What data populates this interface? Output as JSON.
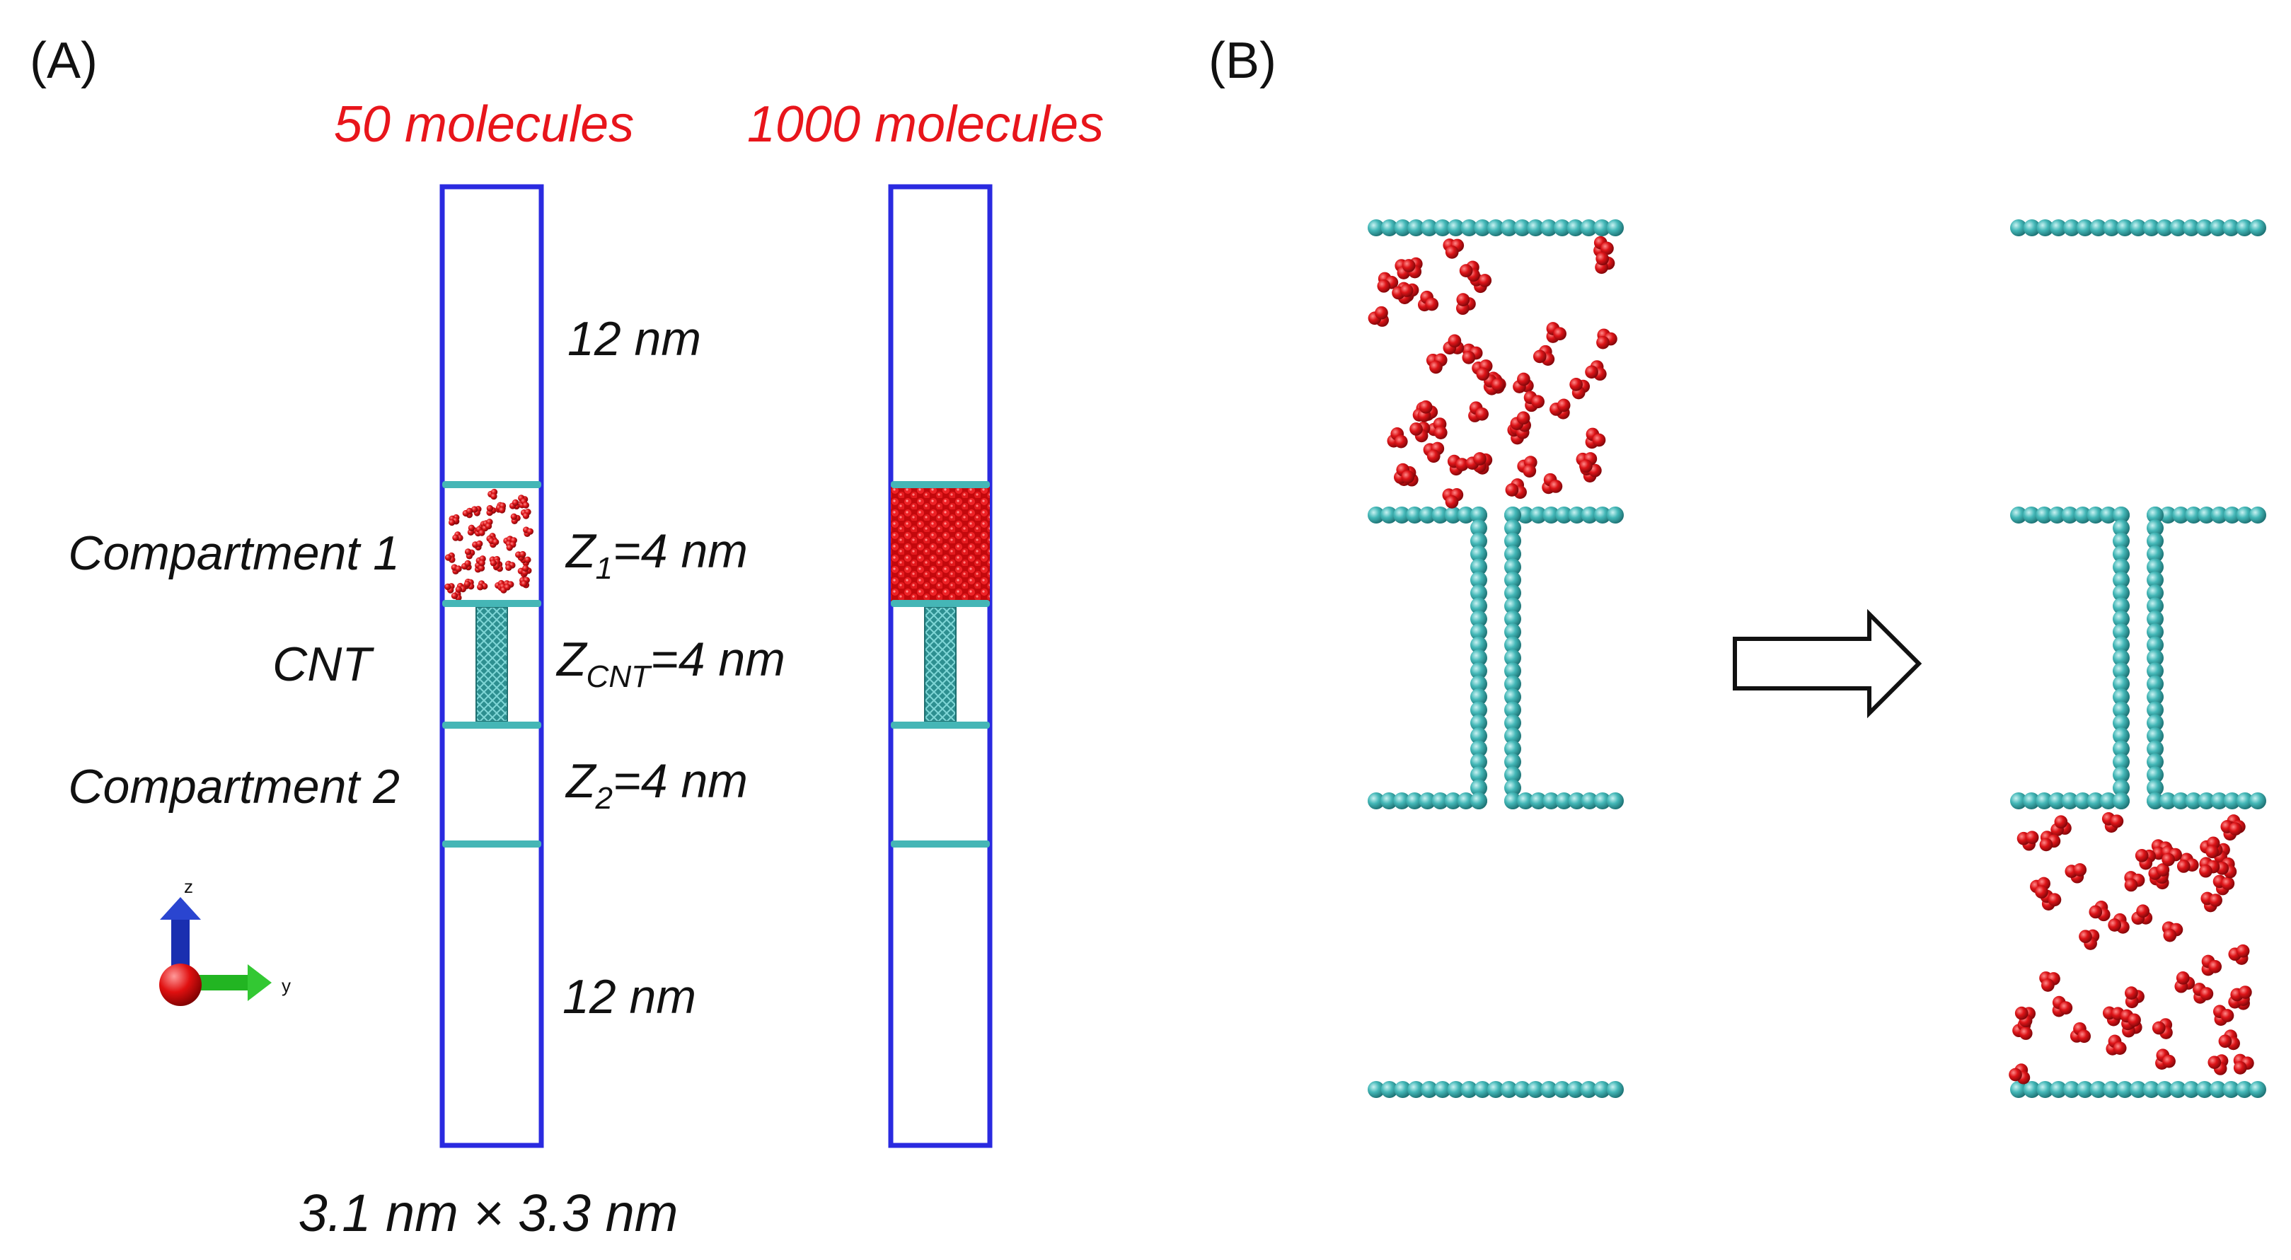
{
  "panel_a": {
    "label": "(A)",
    "box_50_title": "50 molecules",
    "box_1000_title": "1000 molecules",
    "top_reservoir": "12 nm",
    "bottom_reservoir": "12 nm",
    "compartment1": "Compartment 1",
    "cnt": "CNT",
    "compartment2": "Compartment 2",
    "z1": {
      "main": "Z",
      "sub": "1",
      "rest": "=4 nm"
    },
    "zcnt": {
      "main": "Z",
      "sub": "CNT",
      "rest": "=4 nm"
    },
    "z2": {
      "main": "Z",
      "sub": "2",
      "rest": "=4 nm"
    },
    "cross_section": "3.1 nm × 3.3 nm",
    "axis_z": "z",
    "axis_y": "y"
  },
  "panel_b": {
    "label": "(B)"
  },
  "colors": {
    "accent_red": "#e8151b",
    "box_blue": "#2a2ae0",
    "graphene_teal": "#3fb3b3",
    "molecule_red": "#d4141a",
    "axis_blue": "#1a2fb0",
    "axis_green": "#22b522",
    "axis_red": "#e01010"
  }
}
